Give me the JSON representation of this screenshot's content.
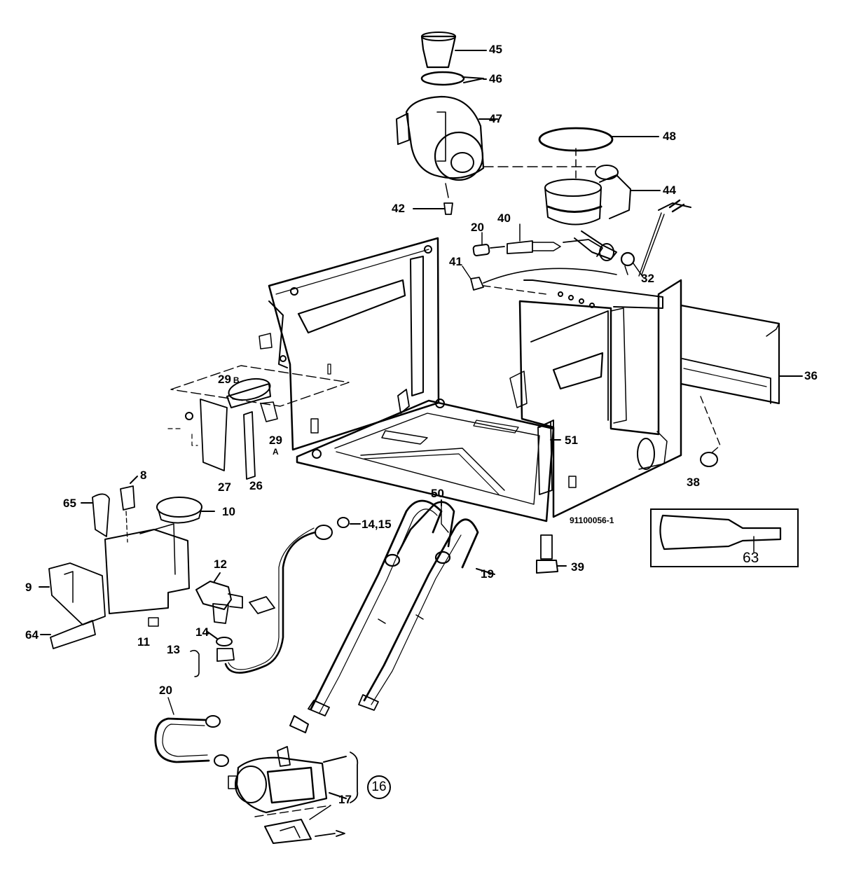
{
  "drawing_ref": "91100056-1",
  "callouts": {
    "c45": "45",
    "c46": "46",
    "c47": "47",
    "c48": "48",
    "c44": "44",
    "c42": "42",
    "c20a": "20",
    "c40": "40",
    "c41": "41",
    "c32": "32",
    "c36": "36",
    "c29b": "29",
    "c29b_sub": "B",
    "c29a": "29",
    "c29a_sub": "A",
    "c27": "27",
    "c26": "26",
    "c51": "51",
    "c38": "38",
    "c8": "8",
    "c65": "65",
    "c10": "10",
    "c50": "50",
    "c14_15": "14,15",
    "c19": "19",
    "c39": "39",
    "c63": "63",
    "c12": "12",
    "c9": "9",
    "c64": "64",
    "c11": "11",
    "c14": "14",
    "c13": "13",
    "c20b": "20",
    "c16": "16",
    "c17": "17"
  }
}
